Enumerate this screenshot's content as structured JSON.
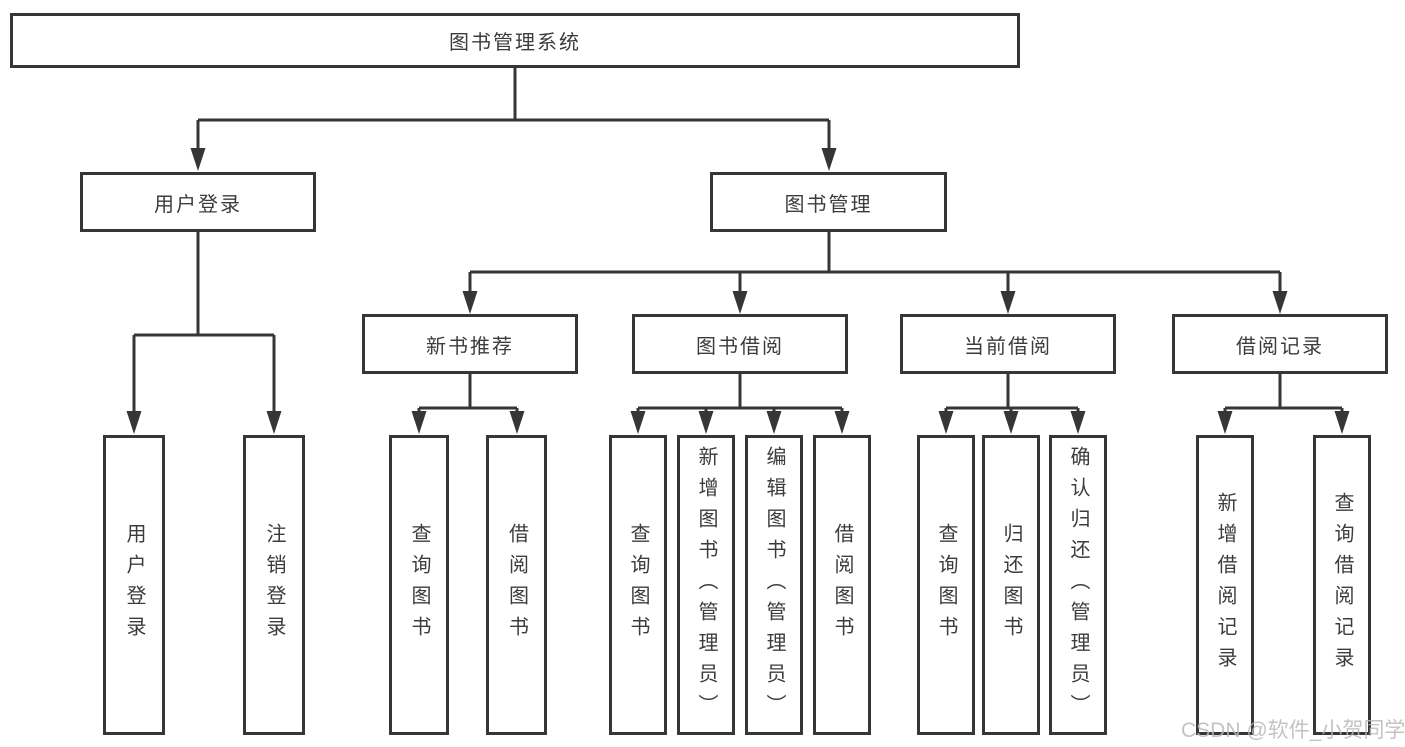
{
  "colors": {
    "line": "#363636",
    "text": "#3c3c3c",
    "watermark": "#b9b9b9",
    "background": "#ffffff"
  },
  "watermark": "CSDN @软件_小贺同学",
  "nodes": {
    "root": {
      "label": "图书管理系统"
    },
    "user_login": {
      "label": "用户登录"
    },
    "book_mgmt": {
      "label": "图书管理"
    },
    "new_book": {
      "label": "新书推荐"
    },
    "book_borrow": {
      "label": "图书借阅"
    },
    "current_borrow": {
      "label": "当前借阅"
    },
    "borrow_record": {
      "label": "借阅记录"
    },
    "u_login": {
      "label": "用户登录"
    },
    "u_logout": {
      "label": "注销登录"
    },
    "nb_query": {
      "label": "查询图书"
    },
    "nb_borrow": {
      "label": "借阅图书"
    },
    "bb_query": {
      "label": "查询图书"
    },
    "bb_add": {
      "label": "新增图书（管理员）"
    },
    "bb_edit": {
      "label": "编辑图书（管理员）"
    },
    "bb_borrow": {
      "label": "借阅图书"
    },
    "cb_query": {
      "label": "查询图书"
    },
    "cb_return": {
      "label": "归还图书"
    },
    "cb_confirm": {
      "label": "确认归还（管理员）"
    },
    "br_add": {
      "label": "新增借阅记录"
    },
    "br_query": {
      "label": "查询借阅记录"
    }
  }
}
